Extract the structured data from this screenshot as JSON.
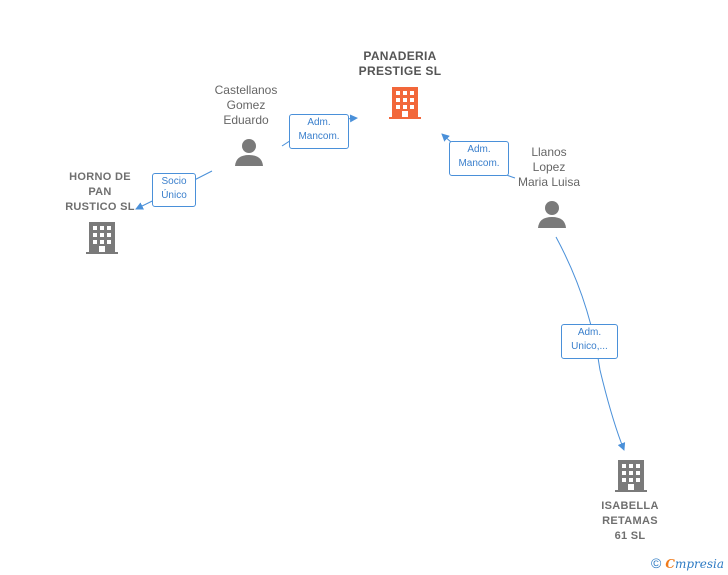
{
  "nodes": {
    "panaderia": {
      "lines": [
        "PANADERIA",
        "PRESTIGE  SL"
      ],
      "color": "#f2673a"
    },
    "castellanos": {
      "lines": [
        "Castellanos",
        "Gomez",
        "Eduardo"
      ]
    },
    "llanos": {
      "lines": [
        "Llanos",
        "Lopez",
        "Maria Luisa"
      ]
    },
    "horno": {
      "lines": [
        "HORNO DE",
        "PAN",
        "RUSTICO  SL"
      ]
    },
    "isabella": {
      "lines": [
        "ISABELLA",
        "RETAMAS",
        "61  SL"
      ]
    }
  },
  "edges": {
    "castellanos_panaderia": {
      "lines": [
        "Adm.",
        "Mancom."
      ]
    },
    "llanos_panaderia": {
      "lines": [
        "Adm.",
        "Mancom."
      ]
    },
    "castellanos_horno": {
      "lines": [
        "Socio",
        "Único"
      ]
    },
    "llanos_isabella": {
      "lines": [
        "Adm.",
        "Unico,..."
      ]
    }
  },
  "colors": {
    "edge": "#4a90d9",
    "icon_gray": "#7a7a7a",
    "icon_main": "#f2673a"
  },
  "footer": {
    "copyright": "©",
    "brand_first": "C",
    "brand_rest": "mpresia"
  }
}
